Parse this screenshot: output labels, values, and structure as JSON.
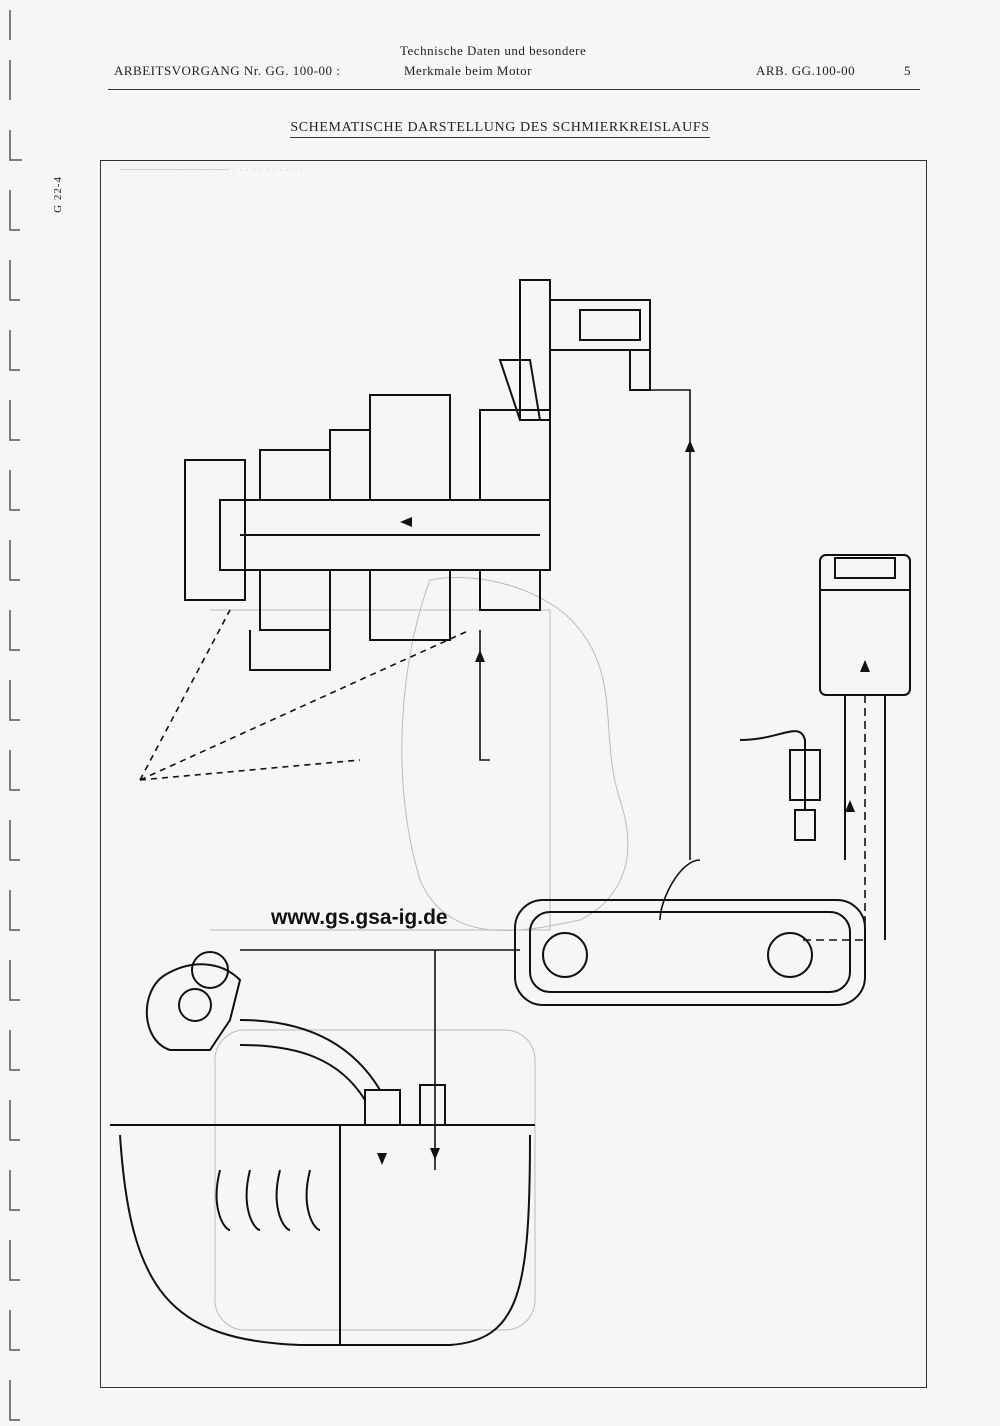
{
  "header": {
    "left_label": "ARBEITSVORGANG Nr.  GG. 100-00 :",
    "mid_line1": "Technische Daten und besondere",
    "mid_line2": "Merkmale beim Motor",
    "right_label": "ARB.  GG.100-00",
    "page_number": "5"
  },
  "title": "SCHEMATISCHE DARSTELLUNG DES SCHMIERKREISLAUFS",
  "side_code": "G 22-4",
  "watermark": "www.gs.gsa-ig.de"
}
